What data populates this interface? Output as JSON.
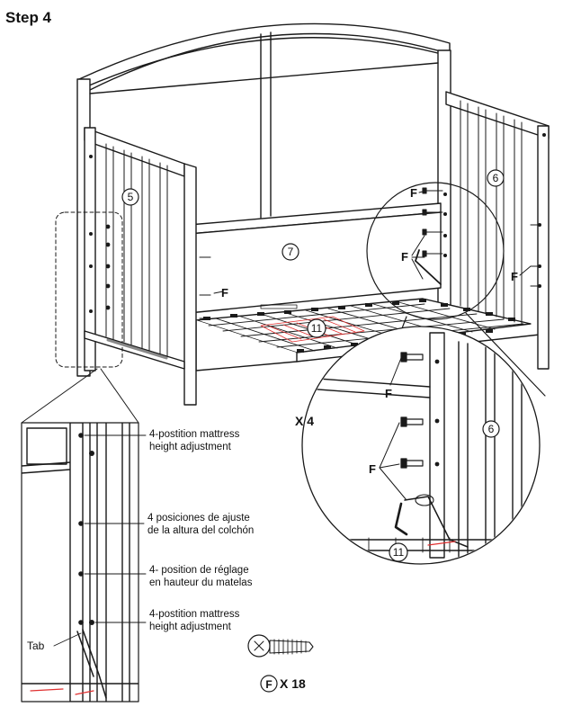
{
  "step_title": "Step 4",
  "parts": {
    "left_side": "5",
    "right_side": "6",
    "back_panel": "7",
    "mattress_support": "11"
  },
  "hardware": {
    "letter": "F",
    "detail_multiplier": "X 4",
    "total_multiplier": "X 18"
  },
  "notes": {
    "en_1": [
      "4-postition mattress",
      "height adjustment"
    ],
    "es": [
      "4 posiciones de ajuste",
      "de la altura del colchón"
    ],
    "fr": [
      "4- position de réglage",
      "en hauteur du matelas"
    ],
    "en_2": [
      "4-postition mattress",
      "height adjustment"
    ],
    "tab": "Tab"
  },
  "colors": {
    "line": "#1a1a1a",
    "spring": "#e03030"
  }
}
